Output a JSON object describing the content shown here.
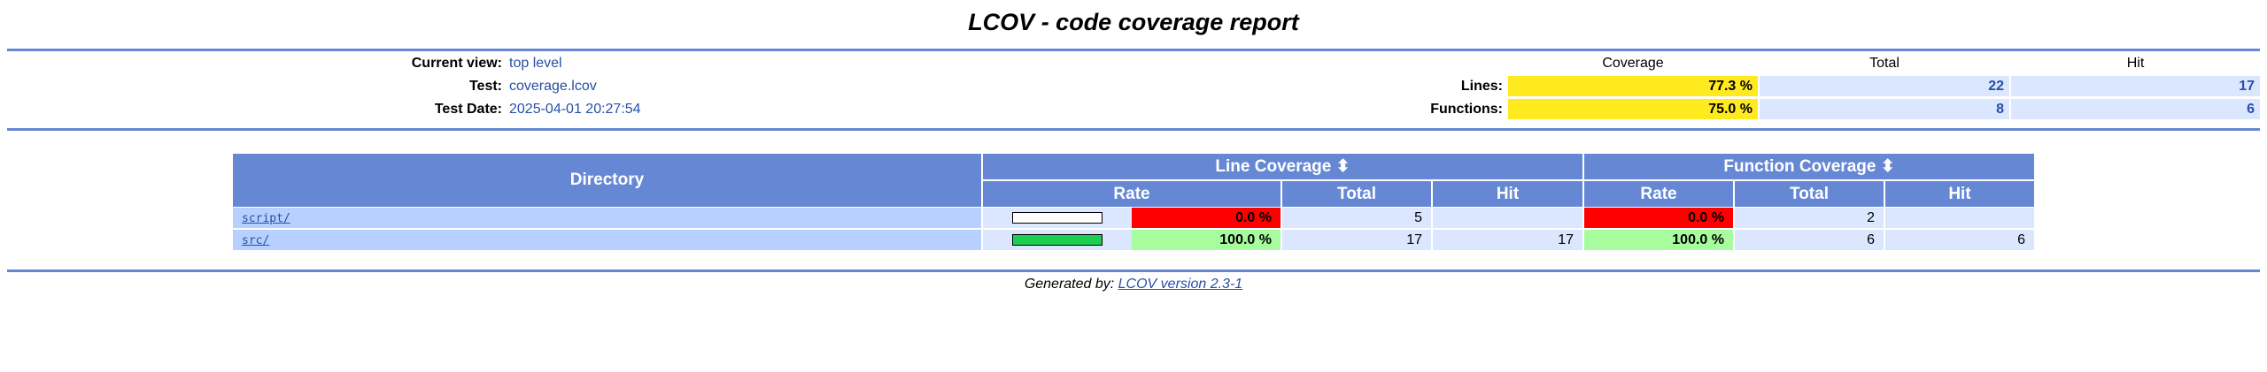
{
  "title": "LCOV - code coverage report",
  "info": {
    "current_view_label": "Current view:",
    "current_view_value": "top level",
    "test_label": "Test:",
    "test_value": "coverage.lcov",
    "date_label": "Test Date:",
    "date_value": "2025-04-01 20:27:54"
  },
  "summary": {
    "headers": {
      "coverage": "Coverage",
      "total": "Total",
      "hit": "Hit"
    },
    "lines": {
      "label": "Lines:",
      "coverage": "77.3 %",
      "total": "22",
      "hit": "17"
    },
    "functions": {
      "label": "Functions:",
      "coverage": "75.0 %",
      "total": "8",
      "hit": "6"
    }
  },
  "table": {
    "headers": {
      "directory": "Directory",
      "line_coverage": "Line Coverage ⬍",
      "function_coverage": "Function Coverage ⬍",
      "rate": "Rate",
      "total": "Total",
      "hit": "Hit"
    },
    "rows": [
      {
        "dir": "script/",
        "line_rate_fraction": 0.0,
        "line_rate": "0.0 %",
        "line_total": "5",
        "line_hit": "",
        "func_rate": "0.0 %",
        "func_total": "2",
        "func_hit": ""
      },
      {
        "dir": "src/",
        "line_rate_fraction": 1.0,
        "line_rate": "100.0 %",
        "line_total": "17",
        "line_hit": "17",
        "func_rate": "100.0 %",
        "func_total": "6",
        "func_hit": "6"
      }
    ]
  },
  "footer": {
    "prefix": "Generated by: ",
    "link": "LCOV version 2.3-1"
  },
  "colors": {
    "rule": "#6688d4",
    "header_bg": "#6688d4",
    "low": "#ff0000",
    "high": "#a7fc9d",
    "medium": "#ffea20",
    "cell_bg": "#dae7fe"
  }
}
